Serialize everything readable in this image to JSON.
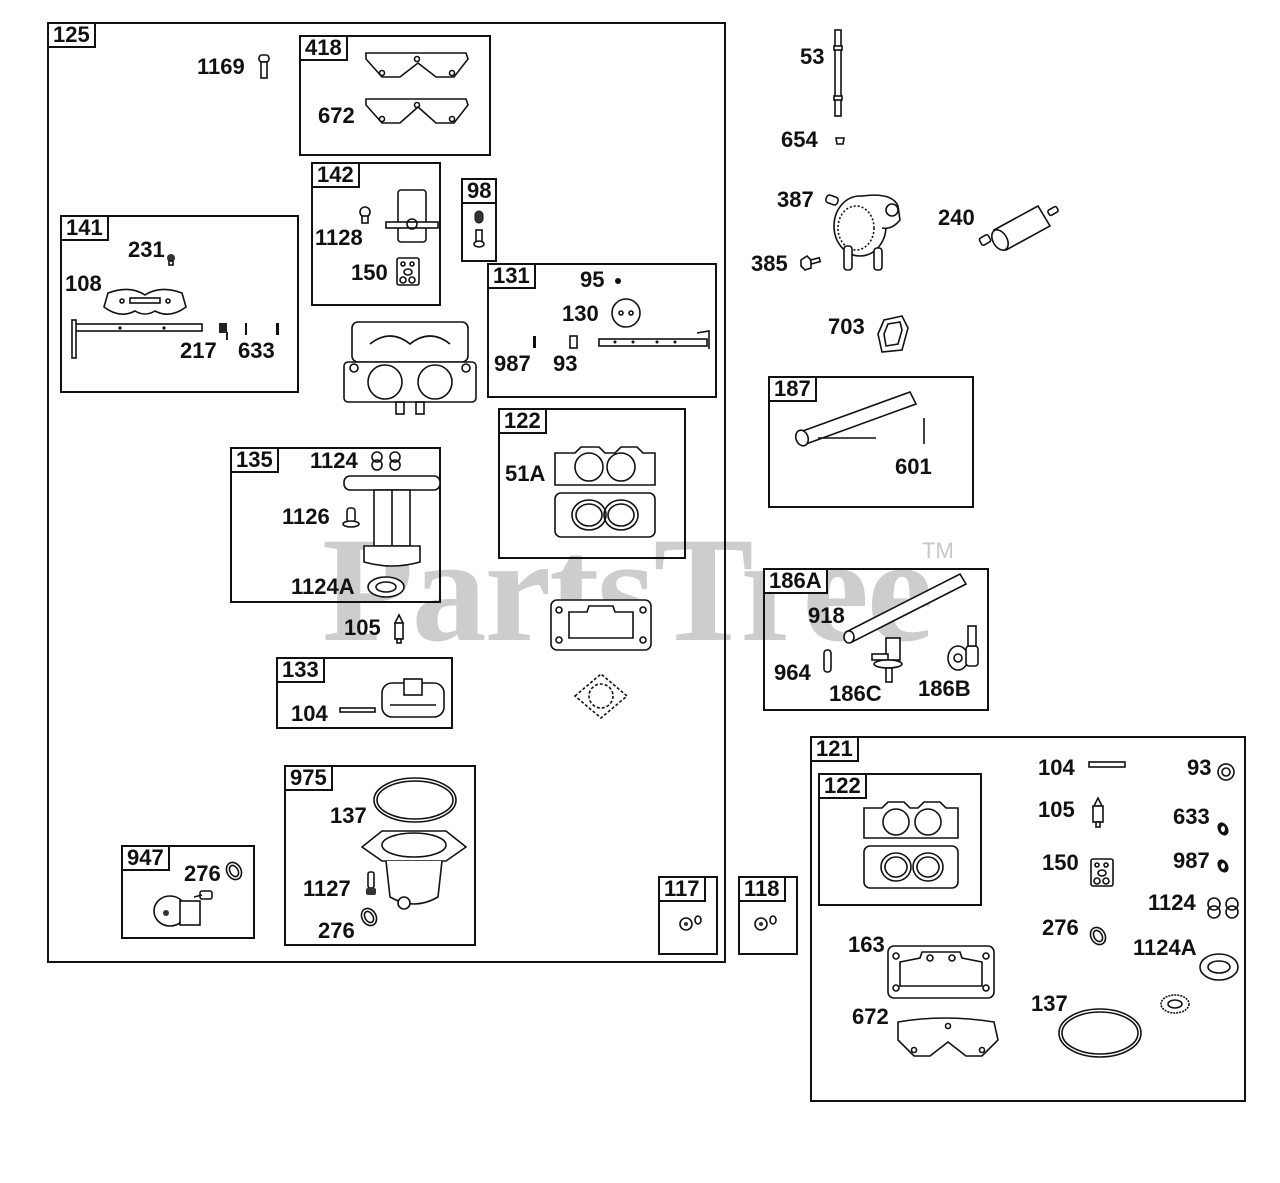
{
  "watermark": {
    "text": "PartsTree",
    "trademark": "TM"
  },
  "groups": {
    "g125": {
      "ref": "125",
      "parts": {
        "p1169": "1169"
      }
    },
    "g418": {
      "ref": "418",
      "parts": {
        "p672": "672"
      }
    },
    "g142": {
      "ref": "142",
      "parts": {
        "p1128": "1128",
        "p150": "150"
      }
    },
    "g98": {
      "ref": "98"
    },
    "g141": {
      "ref": "141",
      "parts": {
        "p231": "231",
        "p108": "108",
        "p217": "217",
        "p633": "633"
      }
    },
    "g131": {
      "ref": "131",
      "parts": {
        "p95": "95",
        "p130": "130",
        "p987": "987",
        "p93": "93"
      }
    },
    "g122a": {
      "ref": "122",
      "parts": {
        "p51A": "51A"
      }
    },
    "g135": {
      "ref": "135",
      "parts": {
        "p1124": "1124",
        "p1126": "1126",
        "p1124A": "1124A"
      }
    },
    "g133": {
      "ref": "133",
      "parts": {
        "p104": "104"
      }
    },
    "g975": {
      "ref": "975",
      "parts": {
        "p137": "137",
        "p1127": "1127",
        "p276": "276"
      }
    },
    "g947": {
      "ref": "947",
      "parts": {
        "p276": "276"
      }
    },
    "g117": {
      "ref": "117"
    },
    "g118": {
      "ref": "118"
    },
    "g187": {
      "ref": "187",
      "parts": {
        "p601": "601"
      }
    },
    "g186A": {
      "ref": "186A",
      "parts": {
        "p918": "918",
        "p964": "964",
        "p186C": "186C",
        "p186B": "186B"
      }
    },
    "g121": {
      "ref": "121",
      "parts": {
        "p104": "104",
        "p93": "93",
        "p105": "105",
        "p633": "633",
        "p150": "150",
        "p987": "987",
        "p1124": "1124",
        "p276": "276",
        "p1124A": "1124A",
        "p163": "163",
        "p672": "672",
        "p137": "137"
      }
    },
    "g122b": {
      "ref": "122"
    }
  },
  "loose_parts": {
    "p105": "105",
    "p53": "53",
    "p654": "654",
    "p387": "387",
    "p240": "240",
    "p385": "385",
    "p703": "703"
  }
}
